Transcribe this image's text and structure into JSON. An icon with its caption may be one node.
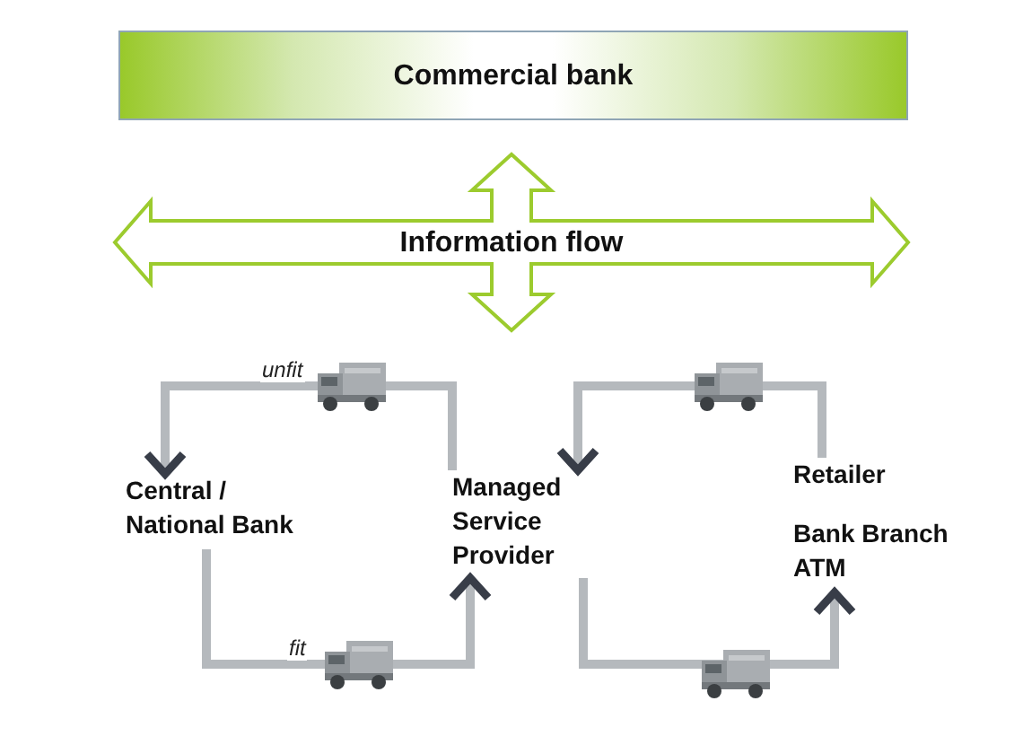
{
  "diagram": {
    "nodes": [
      {
        "text": [
          "Commercial bank"
        ]
      },
      {
        "text": [
          "Information flow"
        ]
      },
      {
        "text": [
          "Central / National Bank"
        ]
      },
      {
        "text": [
          "Managed Service Provider"
        ]
      },
      {
        "text": [
          "Retailer",
          "Bank Branch ATM"
        ]
      }
    ],
    "edges": [
      {
        "from": 3,
        "to": 2,
        "arrow": "to",
        "label": "unfit"
      },
      {
        "from": 2,
        "to": 3,
        "arrow": "to",
        "label": "fit"
      },
      {
        "from": 4,
        "to": 3,
        "arrow": "to"
      },
      {
        "from": 3,
        "to": 4,
        "arrow": "to"
      }
    ]
  }
}
